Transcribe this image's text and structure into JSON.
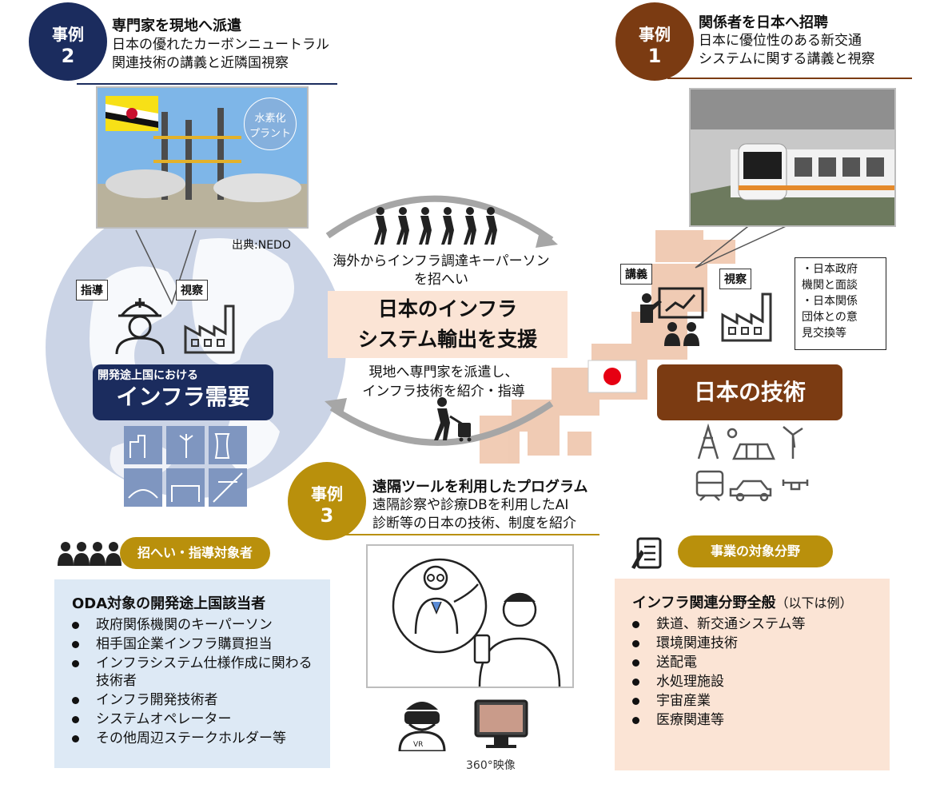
{
  "colors": {
    "navy": "#1b2c5e",
    "brown": "#7b3b12",
    "gold": "#b9900c",
    "globe": "#b9c6dd",
    "japan": "#eec3a8",
    "blue_panel": "#dde9f5",
    "peach_panel": "#fbe4d5"
  },
  "case2": {
    "label": "事例",
    "num": "2",
    "title": "専門家を現地へ派遣",
    "desc": [
      "日本の優れたカーボンニュートラル",
      "関連技術の講義と近隣国視察"
    ],
    "photo_label": [
      "水素化",
      "プラント"
    ],
    "source": "出典:NEDO"
  },
  "case1": {
    "label": "事例",
    "num": "1",
    "title": "関係者を日本へ招聘",
    "desc": [
      "日本に優位性のある新交通",
      "システムに関する講義と視察"
    ]
  },
  "case3": {
    "label": "事例",
    "num": "3",
    "title": "遠隔ツールを利用したプログラム",
    "desc": [
      "遠隔診察や診療DBを利用したAI",
      "診断等の日本の技術、制度を紹介"
    ],
    "vr_label": "VR",
    "video_label": "360°映像"
  },
  "left": {
    "tag_guide": "指導",
    "tag_visit": "視察",
    "demand_line1": "開発途上国における",
    "demand_line2": "インフラ需要"
  },
  "center": {
    "top_text": [
      "海外からインフラ調達キーパーソン",
      "を招へい"
    ],
    "main": [
      "日本のインフラ",
      "システム輸出を支援"
    ],
    "bottom_text": [
      "現地へ専門家を派遣し、",
      "インフラ技術を紹介・指導"
    ]
  },
  "right": {
    "tag_lecture": "講義",
    "tag_visit": "視察",
    "note": [
      "・日本政府",
      "機関と面談",
      "・日本関係",
      "団体との意",
      "見交換等"
    ],
    "tech_label": "日本の技術"
  },
  "targets": {
    "pill": "招へい・指導対象者",
    "heading": "ODA対象の開発途上国該当者",
    "items": [
      "政府関係機関のキーパーソン",
      "相手国企業インフラ購買担当",
      "インフラシステム仕様作成に関わる",
      "技術者",
      "インフラ開発技術者",
      "システムオペレーター",
      "その他周辺ステークホルダー等"
    ]
  },
  "fields": {
    "pill": "事業の対象分野",
    "heading": "インフラ関連分野全般",
    "heading_note": "（以下は例）",
    "items": [
      "鉄道、新交通システム等",
      "環境関連技術",
      "送配電",
      "水処理施設",
      "宇宙産業",
      "医療関連等"
    ]
  }
}
